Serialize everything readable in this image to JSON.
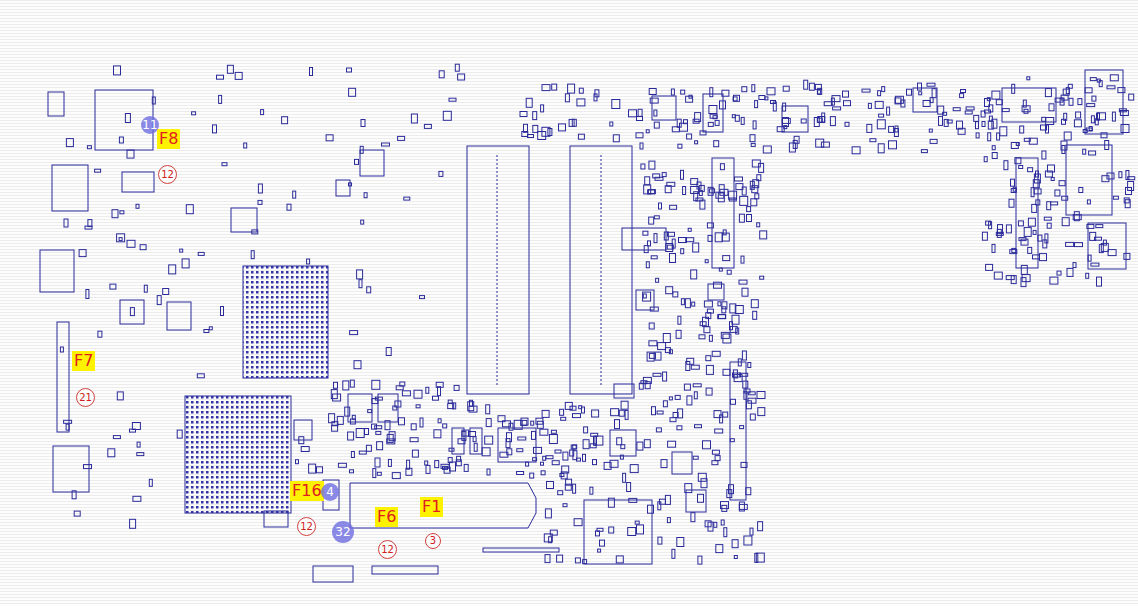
{
  "diagram": {
    "labels": [
      "F8",
      "F7",
      "F16",
      "F6",
      "F1",
      "11",
      "12",
      "21",
      "4",
      "12",
      "32",
      "12",
      "3"
    ]
  }
}
